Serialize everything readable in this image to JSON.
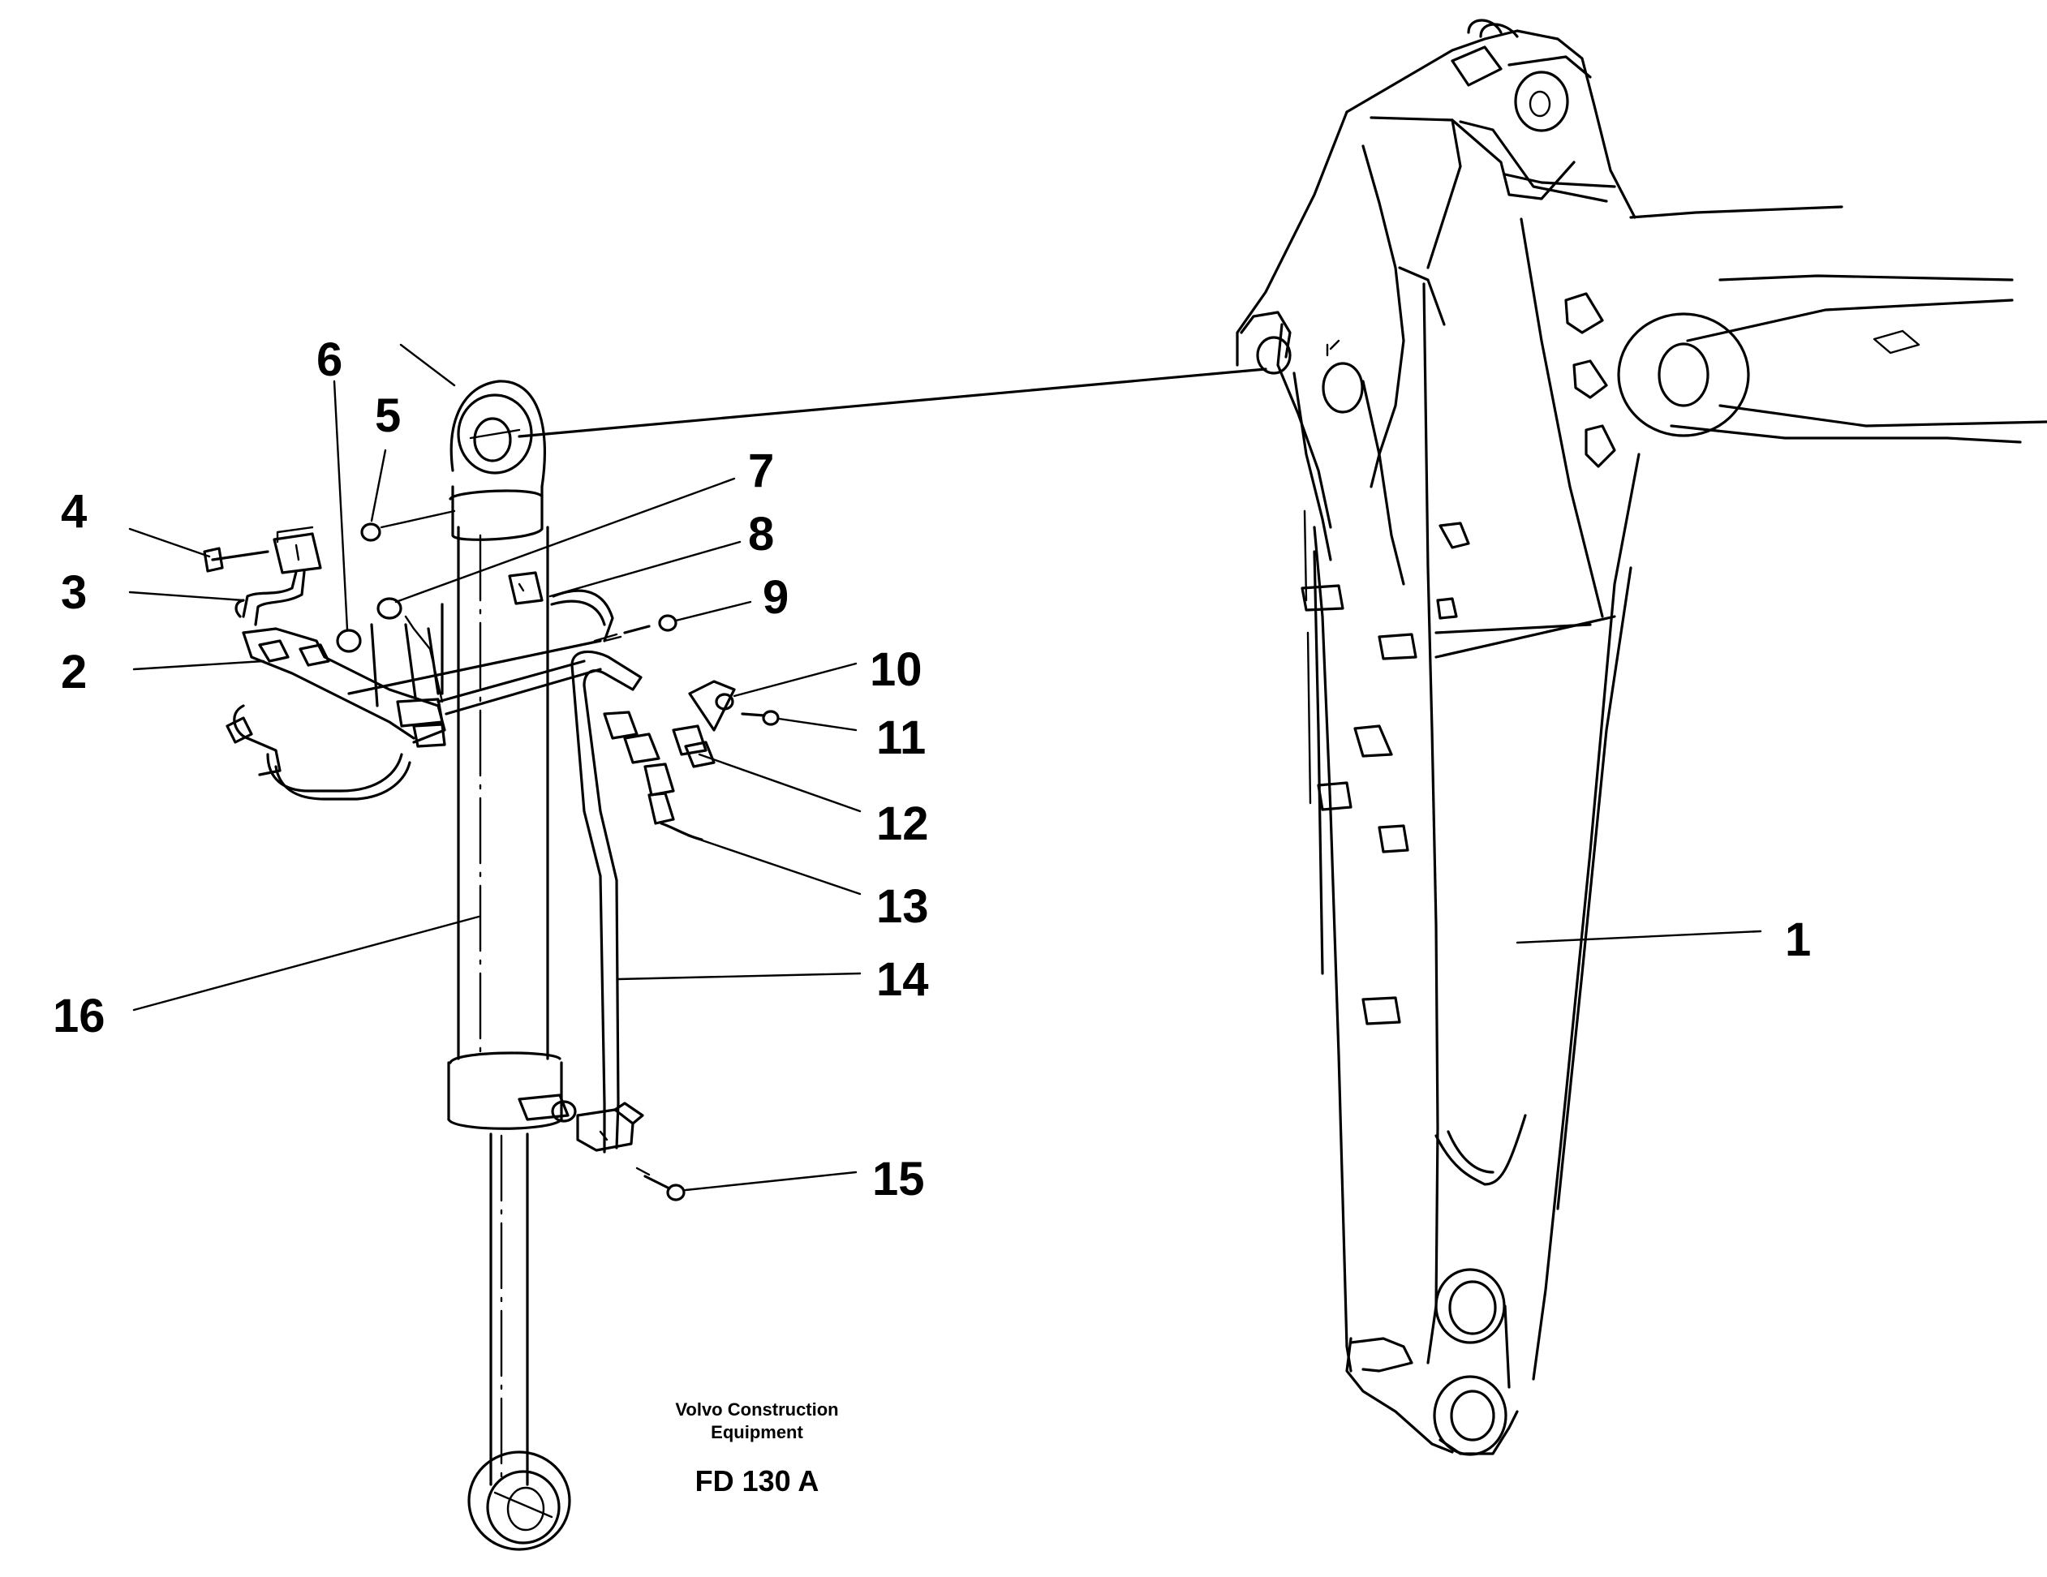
{
  "callouts": [
    {
      "id": "1",
      "label": "1"
    },
    {
      "id": "2",
      "label": "2"
    },
    {
      "id": "3",
      "label": "3"
    },
    {
      "id": "4",
      "label": "4"
    },
    {
      "id": "5",
      "label": "5"
    },
    {
      "id": "6",
      "label": "6"
    },
    {
      "id": "7",
      "label": "7"
    },
    {
      "id": "8",
      "label": "8"
    },
    {
      "id": "9",
      "label": "9"
    },
    {
      "id": "10",
      "label": "10"
    },
    {
      "id": "11",
      "label": "11"
    },
    {
      "id": "12",
      "label": "12"
    },
    {
      "id": "13",
      "label": "13"
    },
    {
      "id": "14",
      "label": "14"
    },
    {
      "id": "15",
      "label": "15"
    },
    {
      "id": "16",
      "label": "16"
    }
  ],
  "caption": {
    "line1": "Volvo Construction",
    "line2": "Equipment",
    "code": "FD 130 A"
  },
  "colors": {
    "ink": "#000000",
    "paper": "#ffffff"
  }
}
